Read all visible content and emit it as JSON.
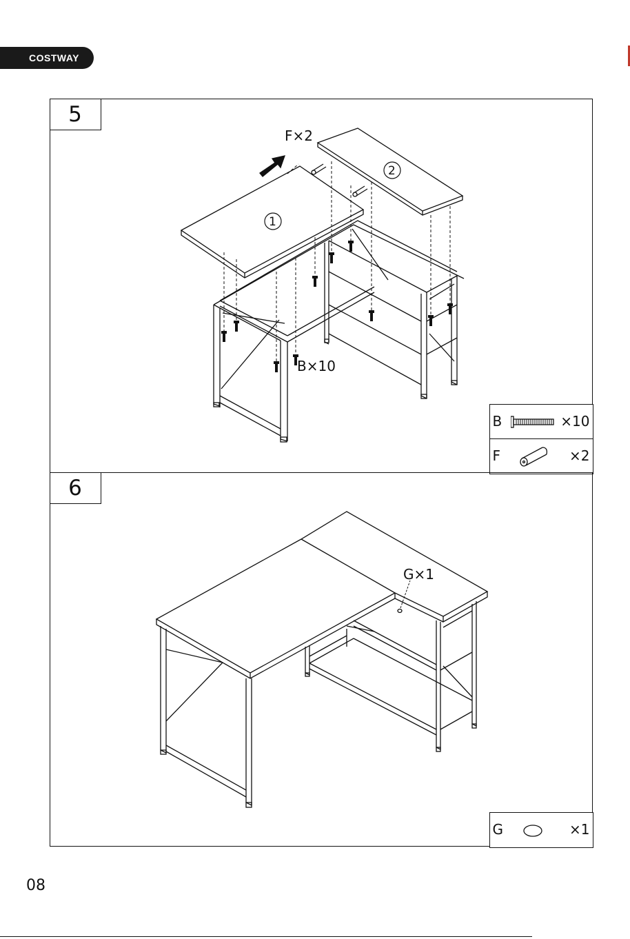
{
  "brand": "COSTWAY",
  "page_number": "08",
  "steps": [
    {
      "number": "5",
      "labels": {
        "dowel_callout": "F×2",
        "screw_callout": "B×10",
        "panel_1": "1",
        "panel_2": "2"
      },
      "parts": [
        {
          "letter": "B",
          "qty": "×10",
          "icon": "screw-icon"
        },
        {
          "letter": "F",
          "qty": "×2",
          "icon": "dowel-icon"
        }
      ]
    },
    {
      "number": "6",
      "labels": {
        "cap_callout": "G×1"
      },
      "parts": [
        {
          "letter": "G",
          "qty": "×1",
          "icon": "cap-icon"
        }
      ]
    }
  ]
}
